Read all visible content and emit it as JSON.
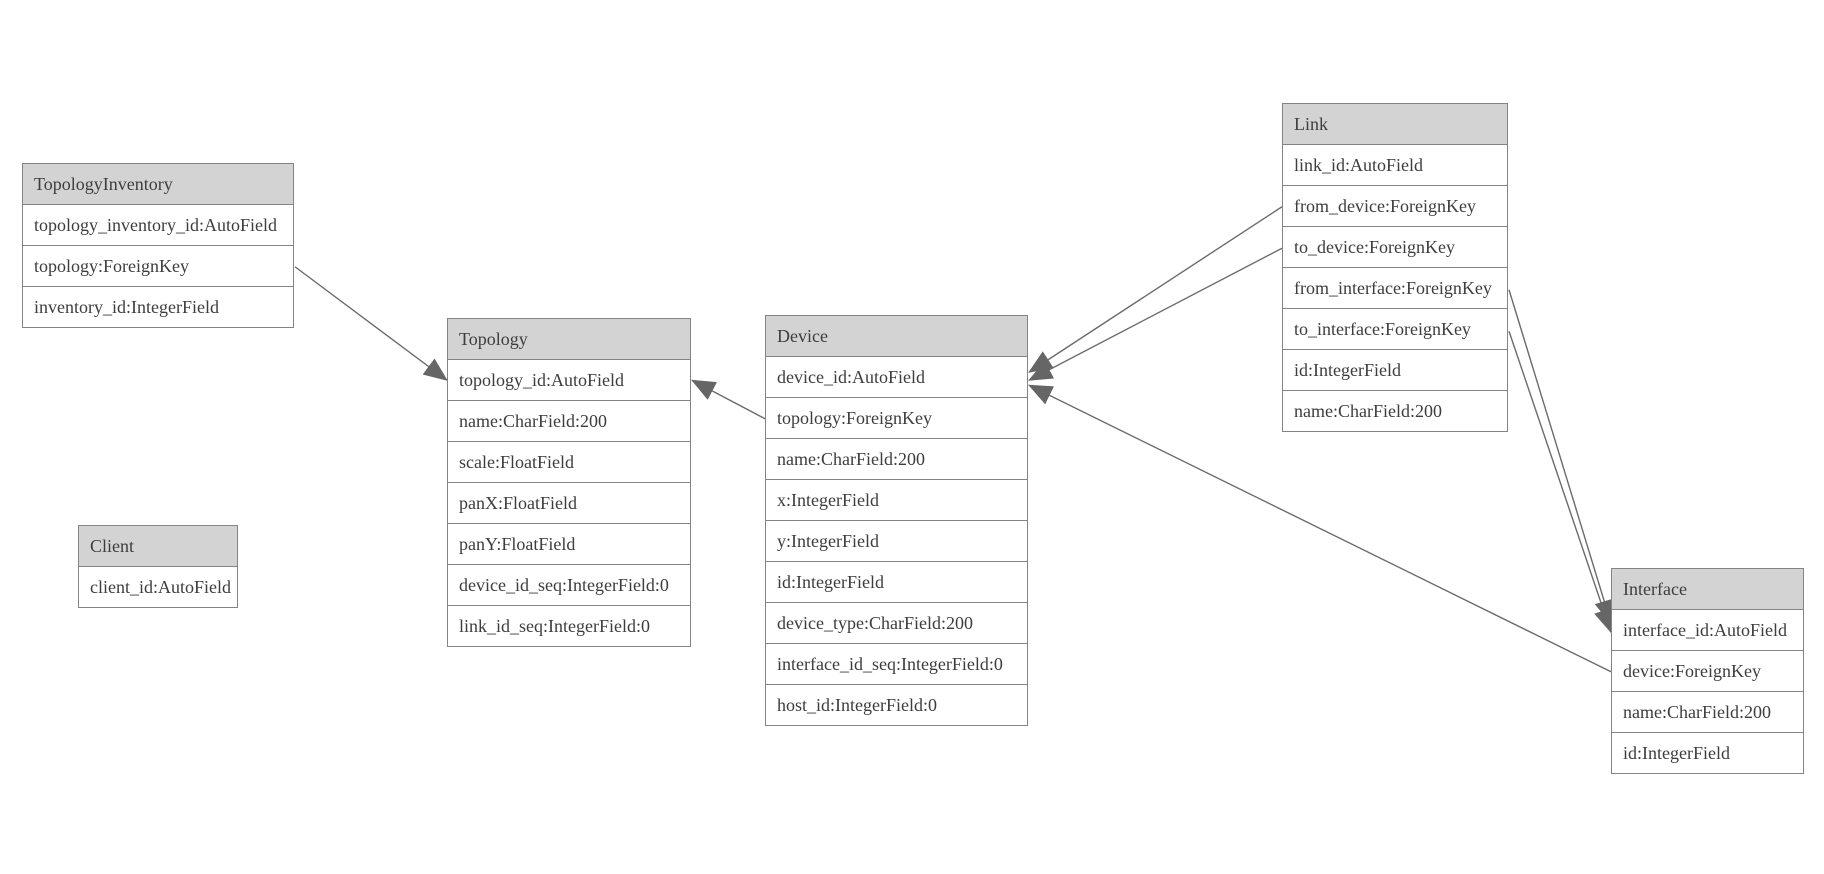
{
  "diagram": {
    "background_color": "#ffffff",
    "header_fill_color": "#d3d3d3",
    "border_color": "#848484",
    "text_color": "#3d3d3d",
    "line_color": "#6b6b6b",
    "arrowhead_color": "#666666"
  },
  "entities": [
    {
      "name": "TopologyInventory",
      "fields": [
        "topology_inventory_id:AutoField",
        "topology:ForeignKey",
        "inventory_id:IntegerField"
      ]
    },
    {
      "name": "Topology",
      "fields": [
        "topology_id:AutoField",
        "name:CharField:200",
        "scale:FloatField",
        "panX:FloatField",
        "panY:FloatField",
        "device_id_seq:IntegerField:0",
        "link_id_seq:IntegerField:0"
      ]
    },
    {
      "name": "Client",
      "fields": [
        "client_id:AutoField"
      ]
    },
    {
      "name": "Device",
      "fields": [
        "device_id:AutoField",
        "topology:ForeignKey",
        "name:CharField:200",
        "x:IntegerField",
        "y:IntegerField",
        "id:IntegerField",
        "device_type:CharField:200",
        "interface_id_seq:IntegerField:0",
        "host_id:IntegerField:0"
      ]
    },
    {
      "name": "Link",
      "fields": [
        "link_id:AutoField",
        "from_device:ForeignKey",
        "to_device:ForeignKey",
        "from_interface:ForeignKey",
        "to_interface:ForeignKey",
        "id:IntegerField",
        "name:CharField:200"
      ]
    },
    {
      "name": "Interface",
      "fields": [
        "interface_id:AutoField",
        "device:ForeignKey",
        "name:CharField:200",
        "id:IntegerField"
      ]
    }
  ],
  "connections": [
    {
      "from": "TopologyInventory.topology",
      "to": "Topology.topology_id"
    },
    {
      "from": "Device.topology",
      "to": "Topology.topology_id"
    },
    {
      "from": "Link.from_device",
      "to": "Device.device_id"
    },
    {
      "from": "Link.to_device",
      "to": "Device.device_id"
    },
    {
      "from": "Interface.device",
      "to": "Device.device_id"
    },
    {
      "from": "Link.from_interface",
      "to": "Interface.interface_id"
    },
    {
      "from": "Link.to_interface",
      "to": "Interface.interface_id"
    }
  ]
}
